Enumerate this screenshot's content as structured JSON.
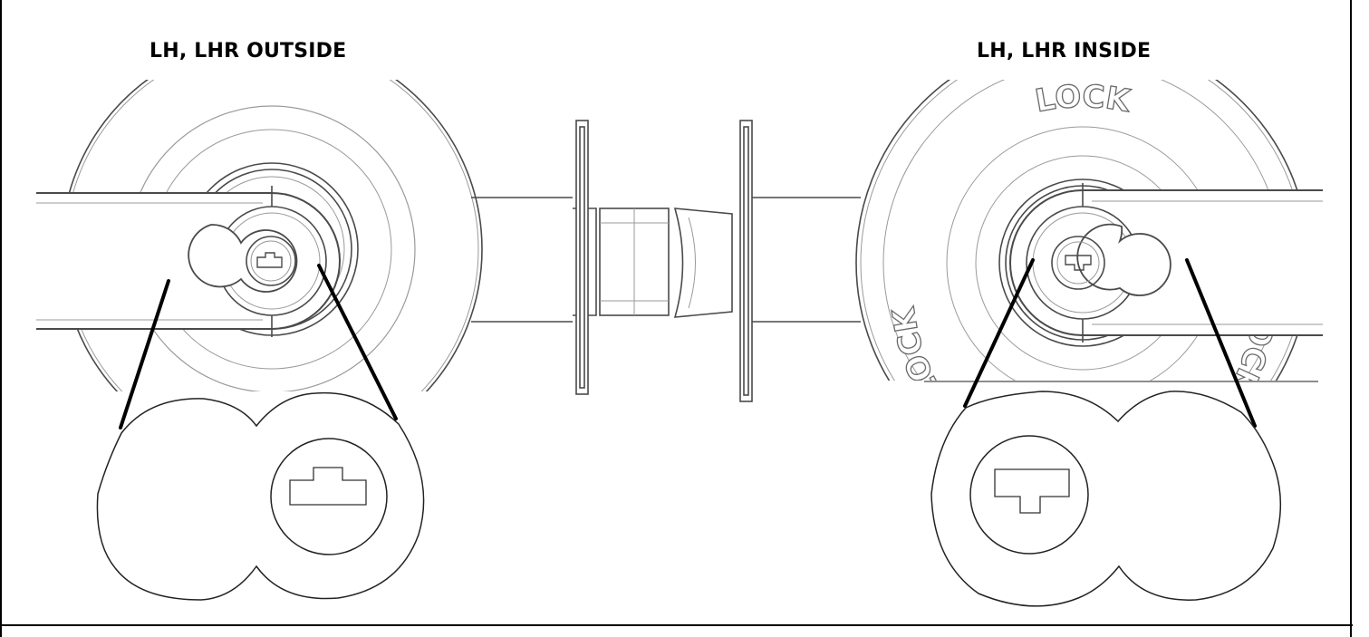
{
  "titles": {
    "outside": "LH, LHR OUTSIDE",
    "inside": "LH, LHR INSIDE"
  },
  "rose_markings": {
    "top": "LOCK",
    "left": "LOCK",
    "right": "LOCK"
  },
  "colors": {
    "line": "#000000",
    "drawing": "#4a4a4a",
    "thin": "#9a9a9a",
    "background": "#ffffff"
  }
}
